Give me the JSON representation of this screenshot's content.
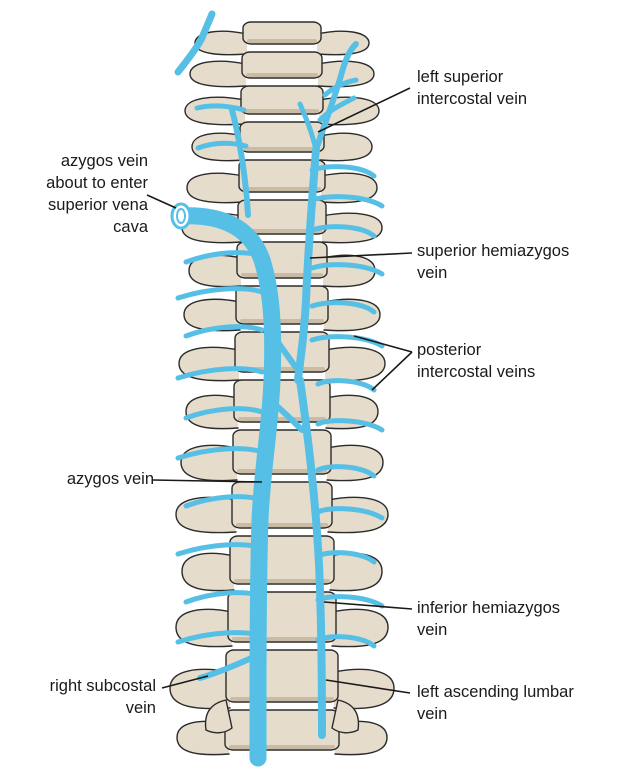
{
  "colors": {
    "vein": "#56bfe6",
    "bone_fill": "#e6dccb",
    "bone_shade": "#c9bba4",
    "bone_outline": "#2b2b2b",
    "leader": "#1a1a1a",
    "background": "#ffffff"
  },
  "labels": {
    "azygos_enter": [
      "azygos vein",
      "about to enter",
      "superior vena",
      "cava"
    ],
    "left_superior_intercostal": [
      "left superior",
      "intercostal vein"
    ],
    "superior_hemiazygos": [
      "superior hemiazygos",
      "vein"
    ],
    "posterior_intercostal": [
      "posterior",
      "intercostal veins"
    ],
    "azygos": [
      "azygos vein"
    ],
    "inferior_hemiazygos": [
      "inferior hemiazygos",
      "vein"
    ],
    "right_subcostal": [
      "right subcostal",
      "vein"
    ],
    "left_ascending_lumbar": [
      "left ascending lumbar",
      "vein"
    ]
  }
}
